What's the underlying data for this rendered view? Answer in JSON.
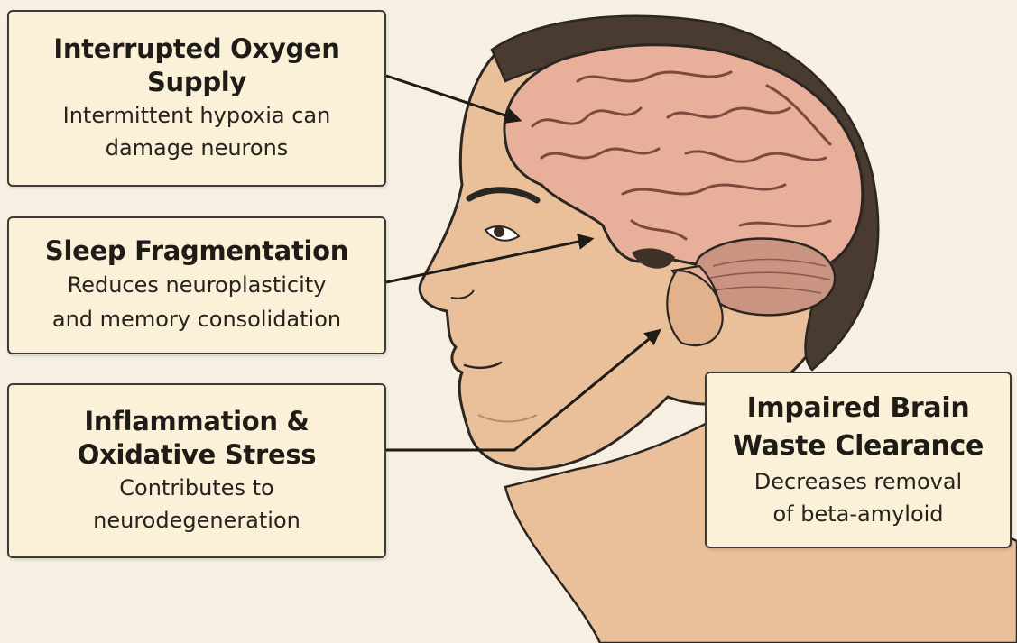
{
  "boxes": [
    {
      "title": "Interrupted Oxygen\nSupply",
      "description": "Intermittent hypoxia can\ndamage neurons"
    },
    {
      "title": "Sleep Fragmentation",
      "description": "Reduces neuroplasticity\nand memory consolidation"
    },
    {
      "title": "Inflammation &\nOxidative Stress",
      "description": "Contributes to\nneurodegeneration"
    },
    {
      "title": "Impaired Brain\nWaste Clearance",
      "description": "Decreases removal\nof beta-amyloid"
    }
  ],
  "colors": {
    "background": "#f6efe2",
    "skin": "#eac09a",
    "hair": "#4a3b30",
    "brain": "#e8b09a",
    "cerebellum": "#c99482",
    "box_fill": "#fbf1d9",
    "outline": "#2b2622"
  }
}
